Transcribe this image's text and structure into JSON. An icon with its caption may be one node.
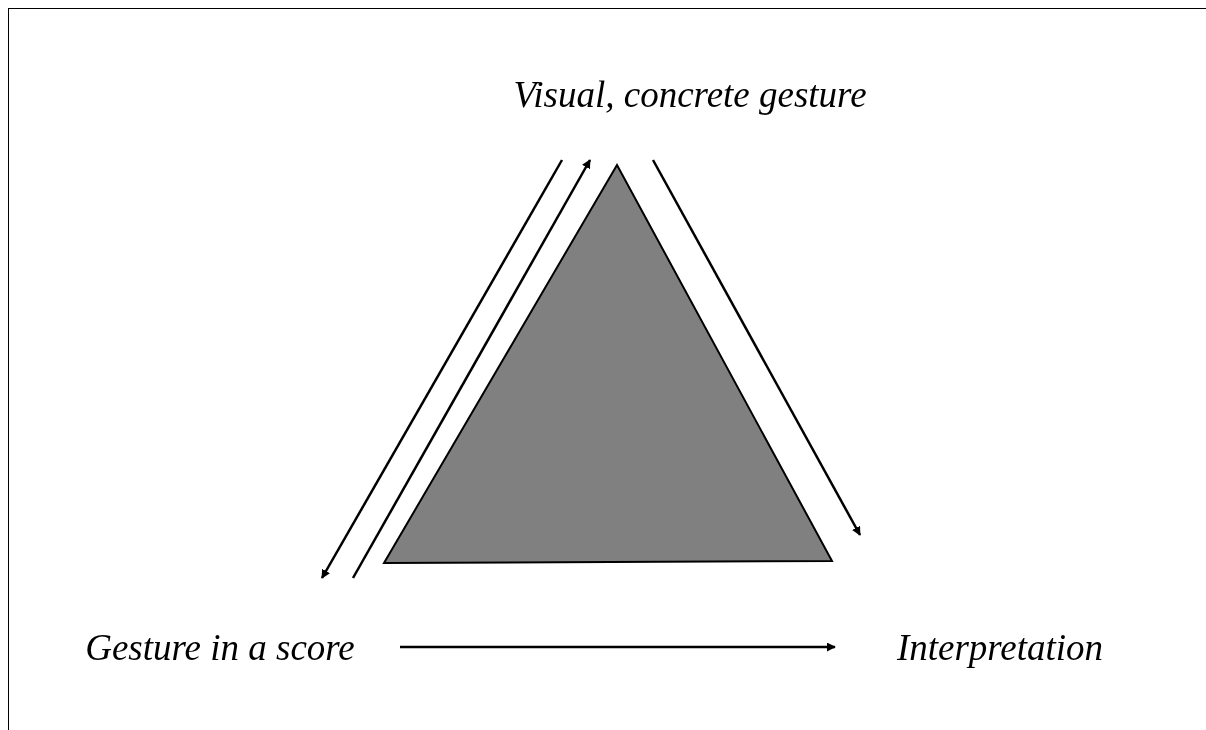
{
  "diagram": {
    "nodes": [
      {
        "text": [
          "Visual, concrete gesture"
        ]
      },
      {
        "text": [
          "Gesture in a score"
        ]
      },
      {
        "text": [
          "Interpretation"
        ]
      }
    ],
    "edges": [
      {
        "from": 1,
        "to": 0,
        "arrow": "to"
      },
      {
        "from": 0,
        "to": 1,
        "arrow": "to"
      },
      {
        "from": 0,
        "to": 2,
        "arrow": "to"
      },
      {
        "from": 1,
        "to": 2,
        "arrow": "to"
      }
    ]
  }
}
